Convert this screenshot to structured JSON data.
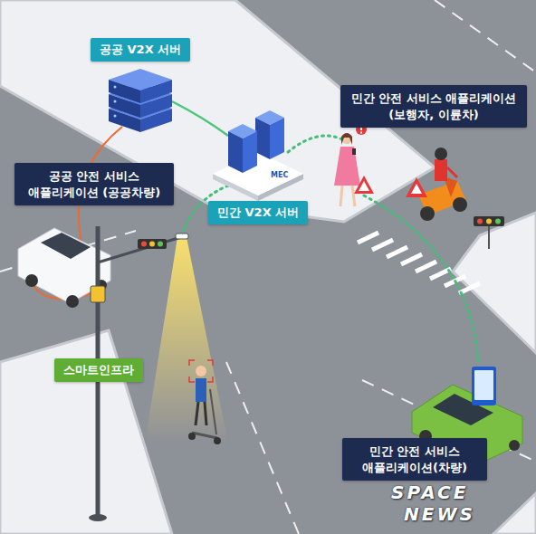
{
  "diagram": {
    "nodes": [
      {
        "text": [
          "공공 V2X 서버"
        ]
      },
      {
        "text": [
          "민간 안전 서비스 애플리케이션(보행자, 이륜차)"
        ]
      },
      {
        "text": [
          "공공 안전 서비스 애플리케이션 (공공차량)"
        ]
      },
      {
        "text": [
          "민간 V2X 서버"
        ]
      },
      {
        "text": [
          "스마트인프라"
        ]
      },
      {
        "text": [
          "민간 안전 서비스 애플리케이션(차량)"
        ]
      }
    ],
    "labels": [
      "MEC",
      "SPACE",
      "NEWS"
    ]
  }
}
